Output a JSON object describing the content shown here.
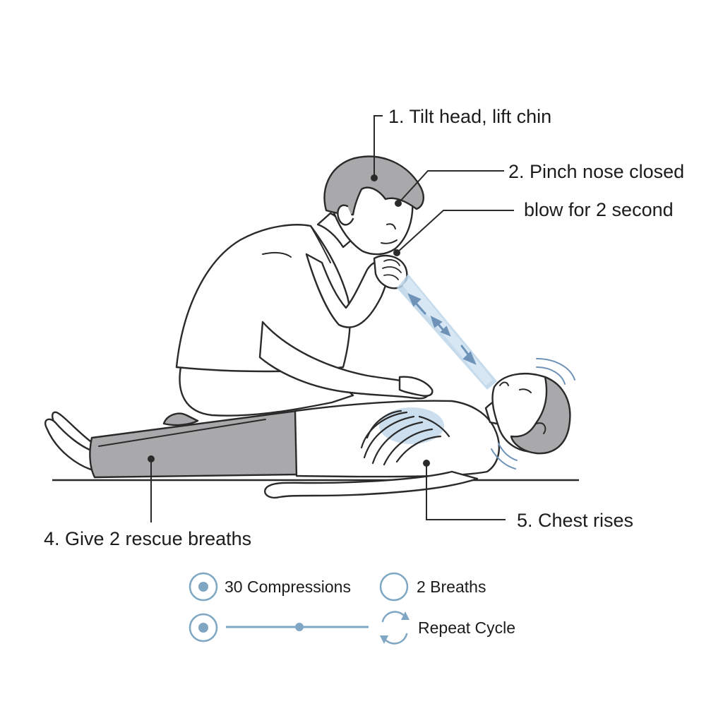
{
  "labels": {
    "step1": "1. Tilt head, lift chin",
    "step2": "2. Pinch nose closed",
    "step3": "blow for 2 second",
    "step4": "4. Give 2 rescue breaths",
    "step5": "5. Chest rises"
  },
  "legend": {
    "compressions": "30 Compressions",
    "breaths": "2 Breaths",
    "repeat": "Repeat Cycle"
  },
  "colors": {
    "outline": "#2a2a2a",
    "hair": "#a9a9ab",
    "pants": "#a9a9ab",
    "airflow": "#bcd6ea",
    "airflow_arrow": "#6f93b8",
    "chest_highlight": "#c7dced",
    "legend_accent": "#7fa7c3"
  },
  "icons": {
    "compressions": "radio-selected-icon",
    "breaths": "radio-empty-icon",
    "progress": "progress-track-icon",
    "repeat": "cycle-arrows-icon"
  }
}
